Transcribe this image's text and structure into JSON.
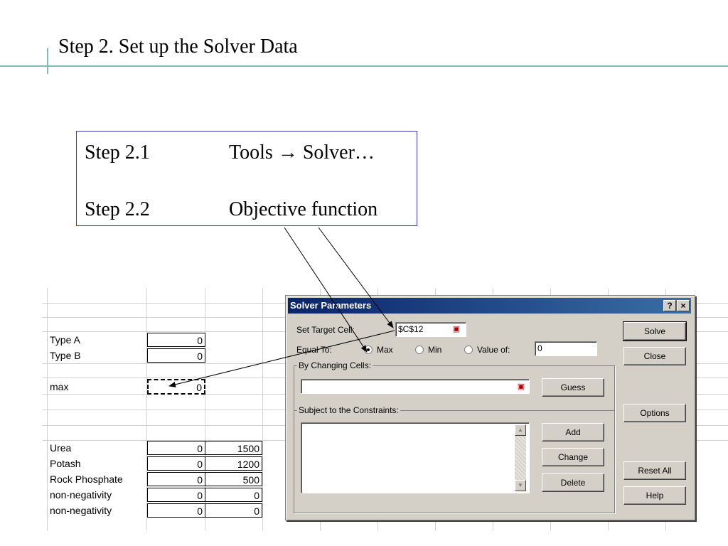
{
  "slide": {
    "title": "Step 2. Set up the Solver Data"
  },
  "callout": {
    "step1_label": "Step 2.1",
    "step1_text": "Tools → Solver…",
    "step2_label": "Step 2.2",
    "step2_text": "Objective function"
  },
  "sheet": {
    "rows": [
      {
        "label": "Type A",
        "value": "0"
      },
      {
        "label": "Type B",
        "value": "0"
      },
      {
        "label": "max",
        "value": "0"
      }
    ],
    "constraints": [
      {
        "label": "Urea",
        "value": "0",
        "limit": "1500"
      },
      {
        "label": "Potash",
        "value": "0",
        "limit": "1200"
      },
      {
        "label": "Rock Phosphate",
        "value": "0",
        "limit": "500"
      },
      {
        "label": "non-negativity",
        "value": "0",
        "limit": "0"
      },
      {
        "label": "non-negativity",
        "value": "0",
        "limit": "0"
      }
    ]
  },
  "dialog": {
    "title": "Solver Parameters",
    "help_btn": "?",
    "close_btn": "×",
    "target_cell_label": "Set Target Cell:",
    "target_cell_value": "$C$12",
    "equal_to_label": "Equal To:",
    "opt_max": "Max",
    "opt_min": "Min",
    "opt_value": "Value of:",
    "value_of": "0",
    "changing_cells_label": "By Changing Cells:",
    "changing_cells_value": "",
    "constraints_label": "Subject to the Constraints:",
    "buttons": {
      "solve": "Solve",
      "close": "Close",
      "guess": "Guess",
      "options": "Options",
      "add": "Add",
      "change": "Change",
      "delete": "Delete",
      "reset": "Reset All",
      "help": "Help"
    }
  },
  "colors": {
    "title_rule": "#7fbcb8",
    "callout_border": "#3b3bb0",
    "dialog_face": "#d4d0c8",
    "titlebar_start": "#0a246a",
    "titlebar_end": "#3a6ea5"
  }
}
